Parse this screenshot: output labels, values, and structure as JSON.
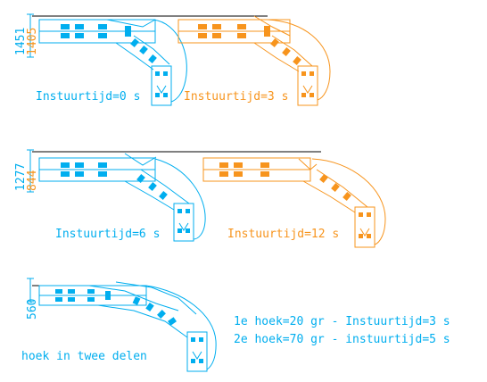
{
  "colors": {
    "cyan": "#00aeef",
    "orange": "#f7941d",
    "line": "#000000"
  },
  "panel1": {
    "dim_a": "1451",
    "dim_b": "1405",
    "label_left": "Instuurtijd=0 s",
    "label_right": "Instuurtijd=3 s"
  },
  "panel2": {
    "dim_a": "1277",
    "dim_b": "844",
    "label_left": "Instuurtijd=6 s",
    "label_right": "Instuurtijd=12 s"
  },
  "panel3": {
    "dim_a": "560",
    "label_line1": "1e hoek=20 gr - Instuurtijd=3 s",
    "label_line2": "2e hoek=70 gr - instuurtijd=5 s",
    "label_caption": "hoek in twee delen"
  }
}
